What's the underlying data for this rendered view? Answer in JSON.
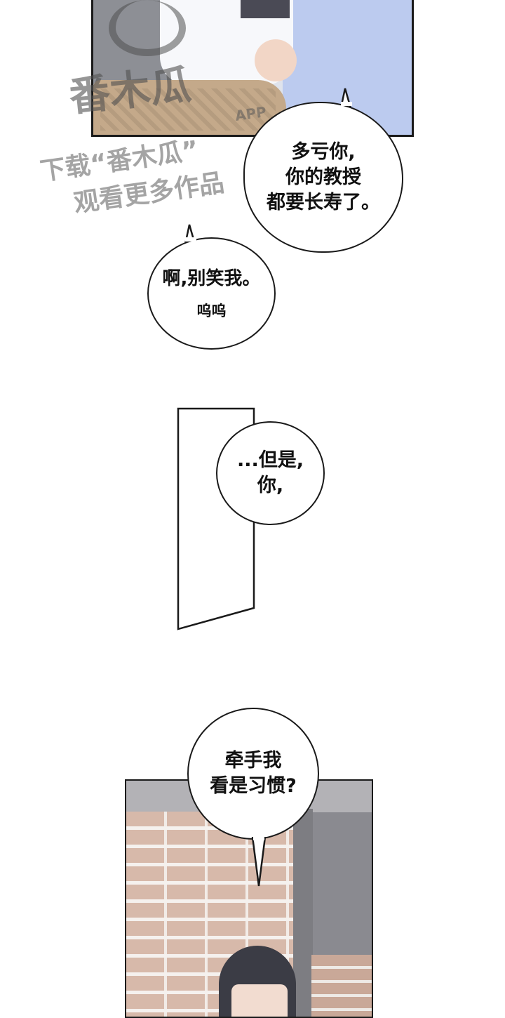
{
  "watermark": {
    "logo": "番木瓜",
    "app": "APP",
    "line1": "下载“番木瓜”",
    "line2": "观看更多作品"
  },
  "bubbles": [
    {
      "lines": [
        "多亏你,",
        "你的教授",
        "都要长寿了。"
      ]
    },
    {
      "lines": [
        "啊,别笑我。"
      ],
      "small": "呜呜"
    },
    {
      "lines": [
        "...但是,",
        "你,"
      ]
    },
    {
      "lines": [
        "牵手我",
        "看是习惯?"
      ]
    }
  ]
}
